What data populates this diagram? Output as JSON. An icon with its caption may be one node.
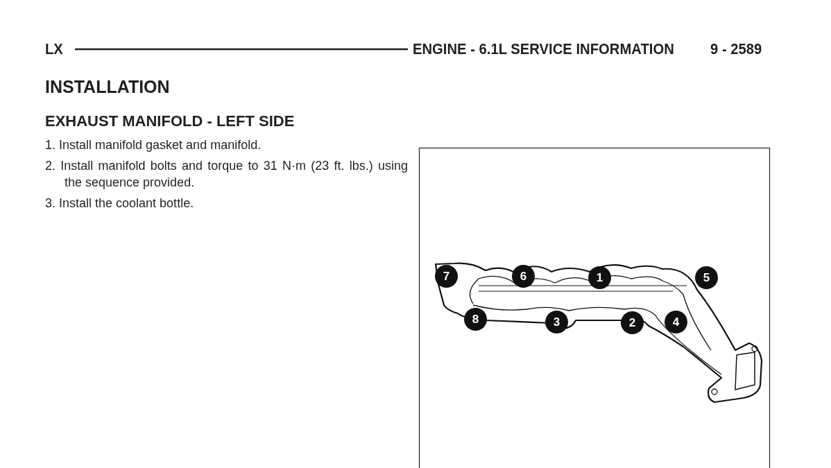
{
  "diagram": {
    "labels": [
      "LX",
      "ENGINE - 6.1L SERVICE INFORMATION",
      "9 - 2589",
      "INSTALLATION",
      "EXHAUST MANIFOLD - LEFT SIDE",
      "1. Install manifold gasket and manifold.",
      "2. Install manifold bolts and torque to 31 N·m (23 ft. lbs.) using the sequence provided.",
      "3. Install the coolant bottle.",
      "7",
      "6",
      "1",
      "5",
      "8",
      "3",
      "2",
      "4"
    ]
  }
}
